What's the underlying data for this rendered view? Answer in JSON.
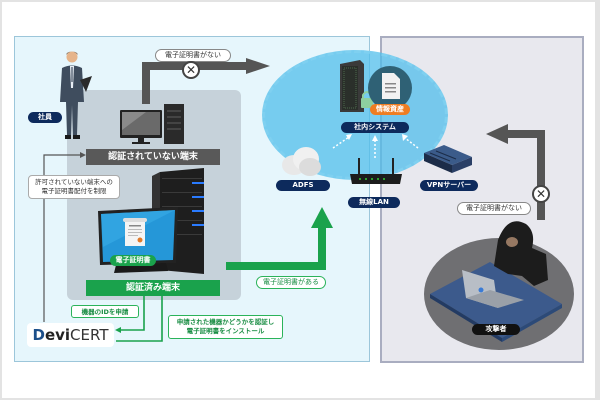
{
  "left_zone": {
    "employee_label": "社員",
    "unauth_terminal_label": "認証されていない端末",
    "auth_terminal_label": "認証済み端末",
    "certificate_label": "電子証明書",
    "restriction_note": [
      "許可されていない端末への",
      "電子証明書配付を制限"
    ],
    "no_cert_label": "電子証明書がない",
    "has_cert_label": "電子証明書がある",
    "request_id_label": "機器のIDを申請",
    "verify_install_note": [
      "申請された機器かどうかを認証し",
      "電子証明書をインストール"
    ],
    "logo": {
      "prefix": "evi",
      "suffix": "CERT",
      "initial": "D"
    }
  },
  "network": {
    "internal_system_label": "社内システム",
    "info_asset_label": "情報資産",
    "adfs_label": "ADFS",
    "wlan_label": "無線LAN",
    "vpn_label": "VPNサーバー"
  },
  "right_zone": {
    "no_cert_label": "電子証明書がない",
    "attacker_label": "攻撃者"
  },
  "colors": {
    "navy": "#0d2a5c",
    "green": "#1aa24c",
    "orange": "#ef7d22",
    "arrow_gray": "#555555",
    "network_blue": "#50bee9"
  }
}
